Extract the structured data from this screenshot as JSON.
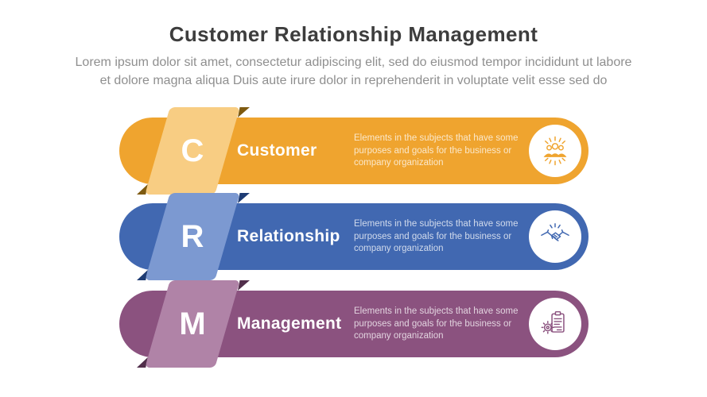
{
  "title": "Customer Relationship Management",
  "subtitle_lines": [
    "Lorem ipsum dolor sit amet, consectetur adipiscing elit, sed do eiusmod tempor incididunt ut labore",
    "et dolore magna aliqua Duis aute irure dolor in reprehenderit in voluptate velit esse sed do"
  ],
  "rows": [
    {
      "letter": "C",
      "label": "Customer",
      "description": "Elements in the subjects that have some purposes and goals for the business or company organization",
      "icon": "team-icon",
      "colors": {
        "base": "#EFA42F",
        "light": "#F8CD83",
        "fold": "#7E5A10"
      }
    },
    {
      "letter": "R",
      "label": "Relationship",
      "description": "Elements in the subjects that have some purposes and goals for the business or company organization",
      "icon": "handshake-icon",
      "colors": {
        "base": "#4168B1",
        "light": "#7C99D1",
        "fold": "#1E3C74"
      }
    },
    {
      "letter": "M",
      "label": "Management",
      "description": "Elements in the subjects that have some purposes and goals for the business or company organization",
      "icon": "clipboard-gear-icon",
      "colors": {
        "base": "#8B527F",
        "light": "#B083A7",
        "fold": "#512E4B"
      }
    }
  ],
  "text_colors": {
    "title": "#3d3d3d",
    "subtitle": "#8f8f8f"
  }
}
